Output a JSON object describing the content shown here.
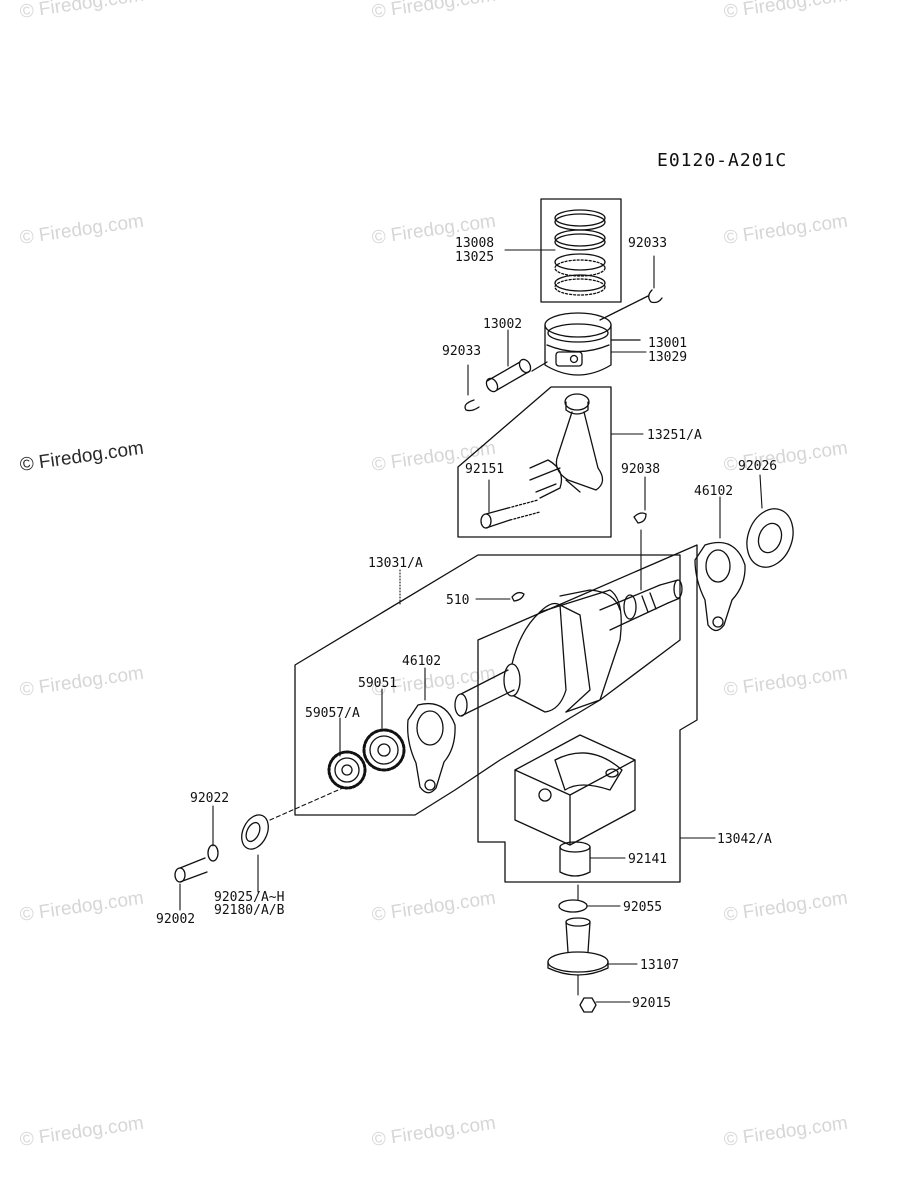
{
  "diagram_code": "E0120-A201C",
  "watermark": {
    "text": "© Firedog.com"
  },
  "part_labels": {
    "p13008": "13008",
    "p13025": "13025",
    "p92033a": "92033",
    "p13002": "13002",
    "p92033b": "92033",
    "p13001": "13001",
    "p13029": "13029",
    "p13251": "13251/A",
    "p92151": "92151",
    "p92038": "92038",
    "p46102a": "46102",
    "p92026": "92026",
    "p13031": "13031/A",
    "p510": "510",
    "p46102b": "46102",
    "p59051": "59051",
    "p59057": "59057/A",
    "p92022": "92022",
    "p92002": "92002",
    "p92025": "92025/A~H",
    "p92180": "92180/A/B",
    "p13042": "13042/A",
    "p92141": "92141",
    "p92055": "92055",
    "p13107": "13107",
    "p92015": "92015"
  }
}
